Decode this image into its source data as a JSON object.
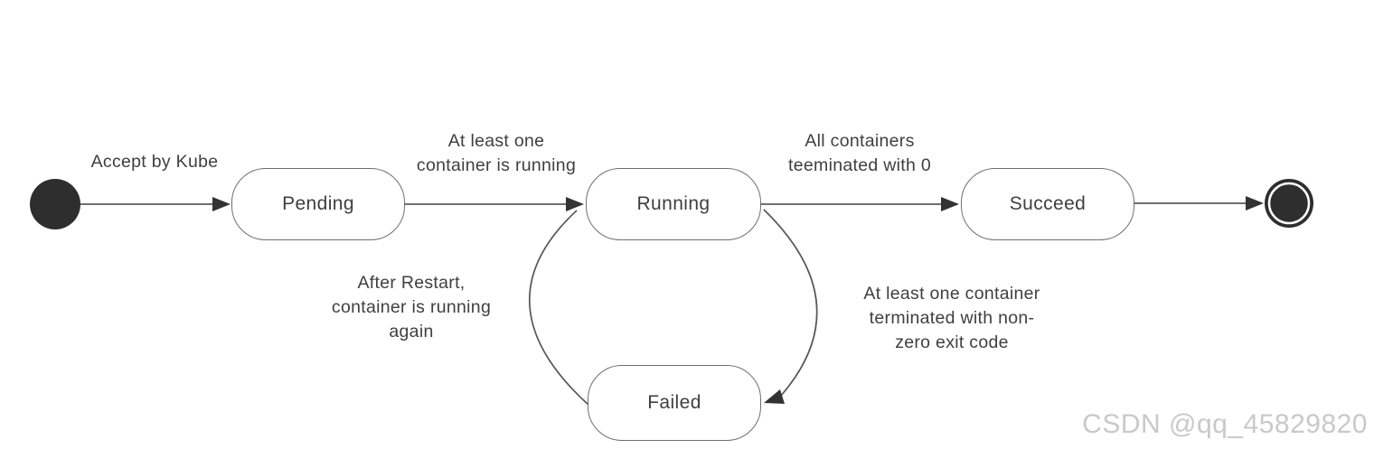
{
  "states": {
    "pending": "Pending",
    "running": "Running",
    "succeed": "Succeed",
    "failed": "Failed"
  },
  "edge_labels": {
    "start_to_pending": "Accept by Kube",
    "pending_to_running": "At least one\ncontainer is running",
    "running_to_succeed": "All containers\nteeminated with 0",
    "failed_to_running": "After Restart,\ncontainer is running\nagain",
    "running_to_failed": "At least one container\nterminated with non-\nzero exit code"
  },
  "watermark": "CSDN @qq_45829820",
  "colors": {
    "background": "#ffffff",
    "line_color": "#6f6f6f",
    "curve_color": "#565656",
    "arrowhead_color": "#333333",
    "node_fill": "#2e2e2e",
    "text_color": "#3f3f3f",
    "watermark_color": "#c9c9c9"
  }
}
